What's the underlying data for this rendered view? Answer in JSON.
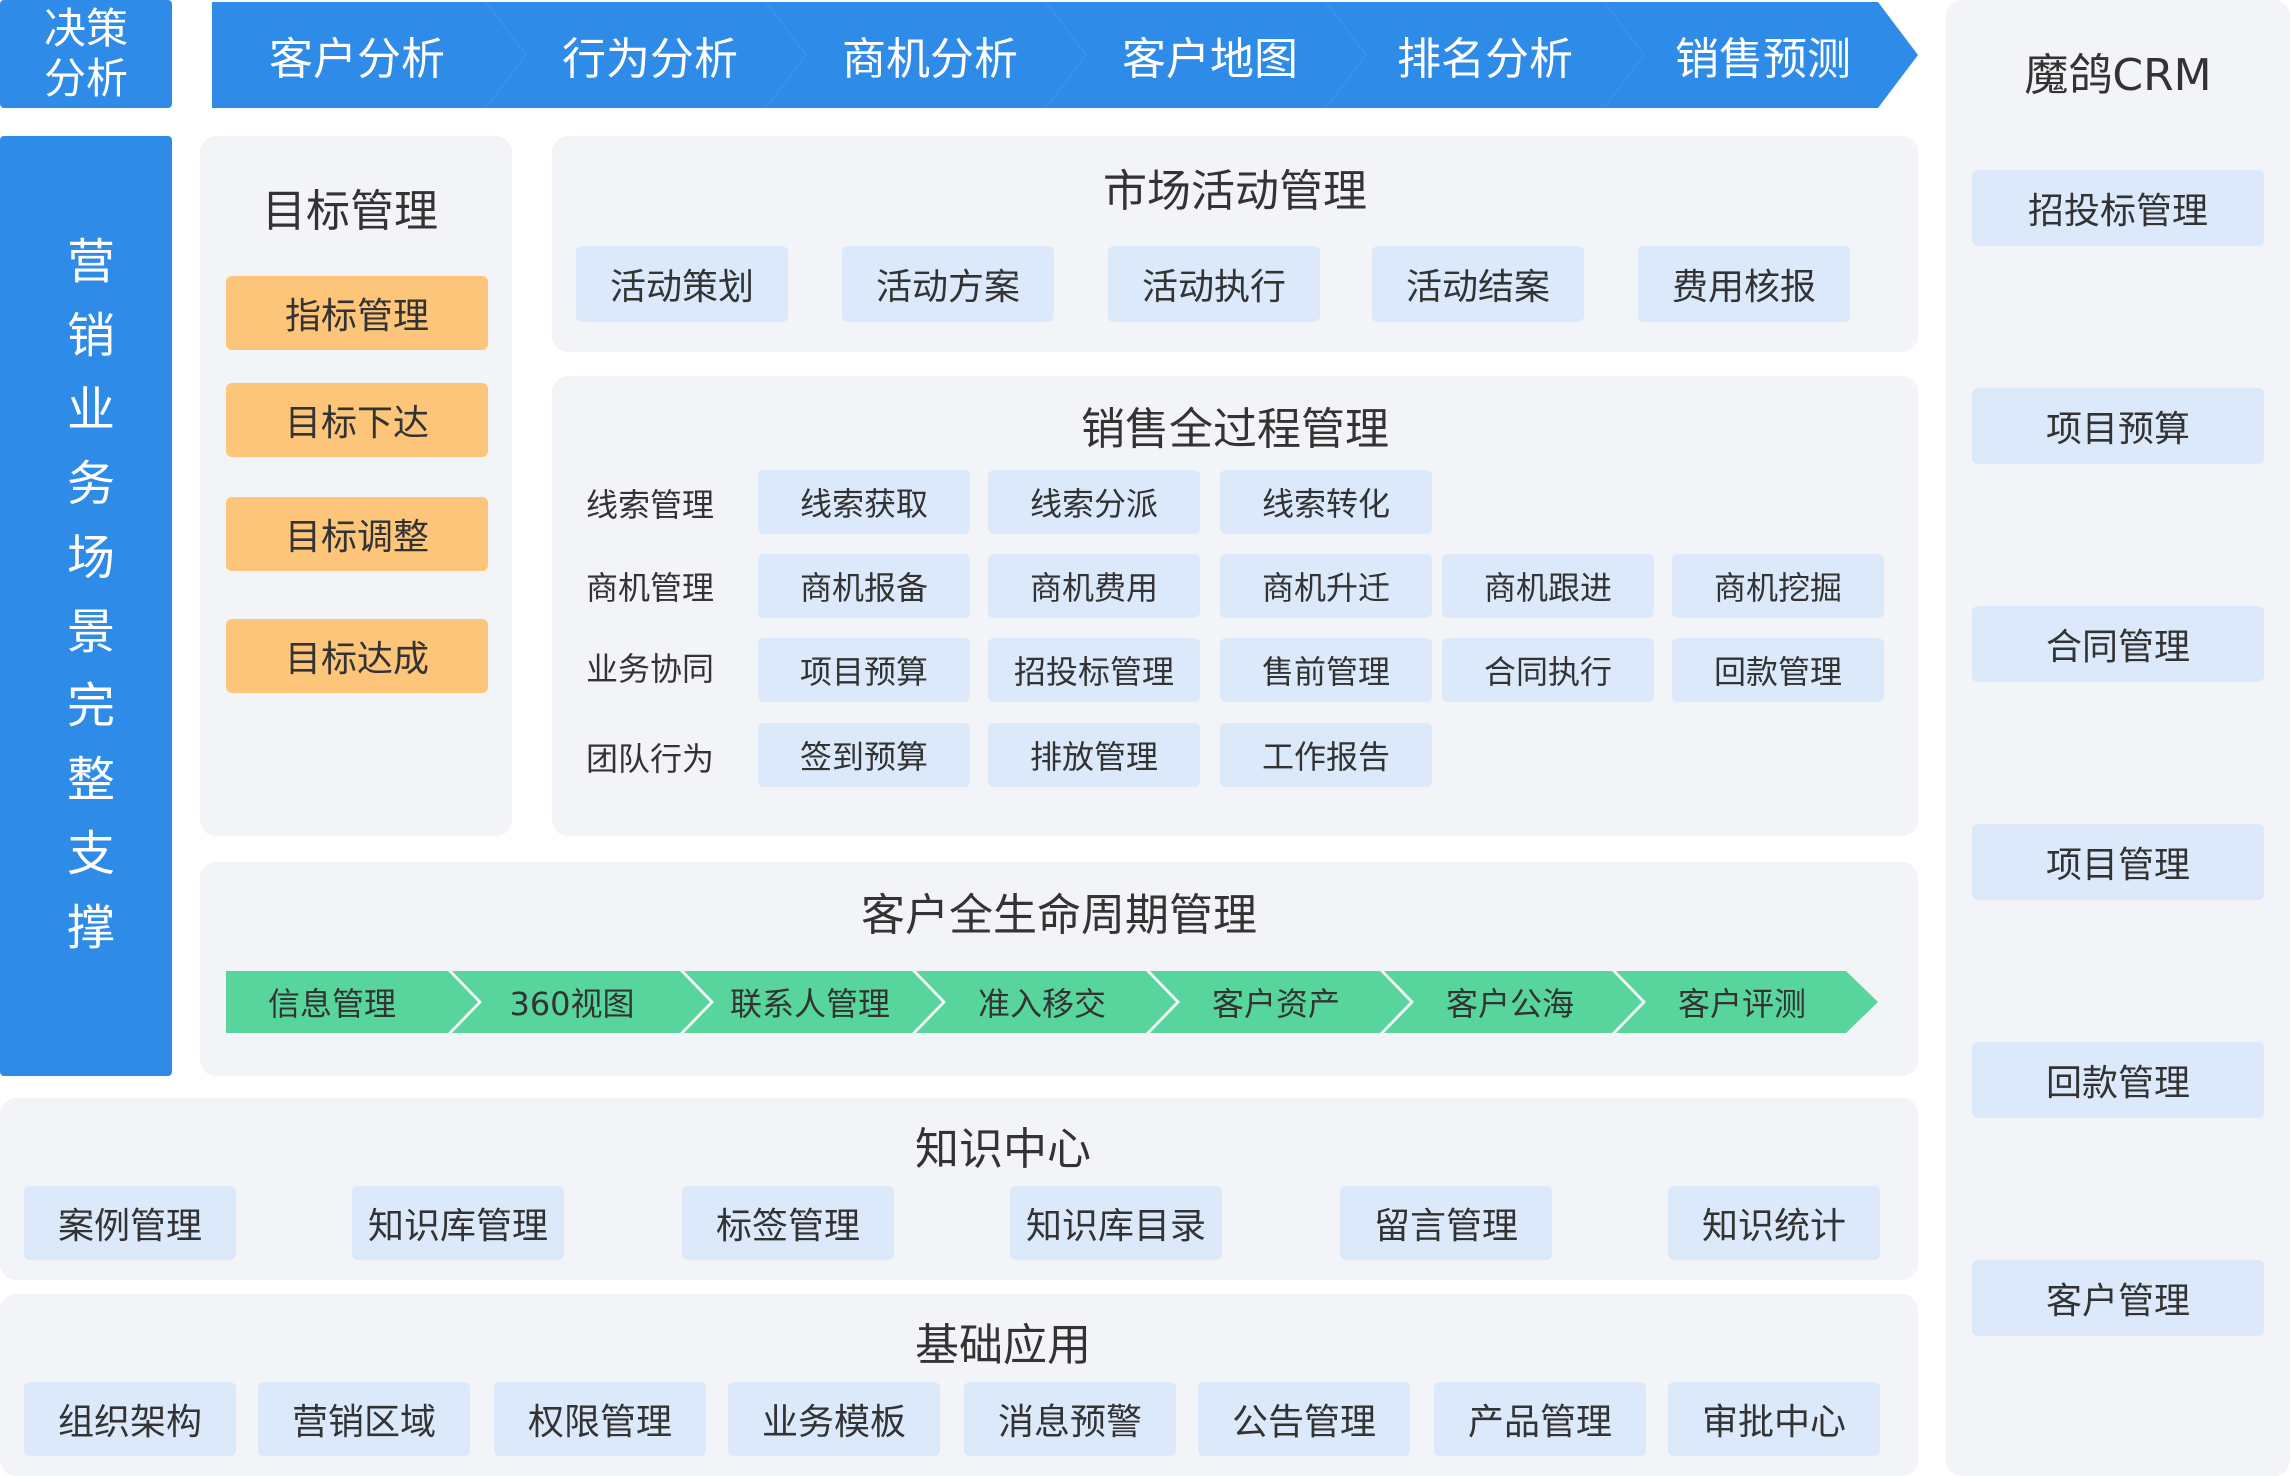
{
  "decision": {
    "label_line1": "决策",
    "label_line2": "分析"
  },
  "top_flow": [
    "客户分析",
    "行为分析",
    "商机分析",
    "客户地图",
    "排名分析",
    "销售预测"
  ],
  "left_bar": {
    "label": "营销业务场景完整支撑"
  },
  "target_mgmt": {
    "title": "目标管理",
    "items": [
      "指标管理",
      "目标下达",
      "目标调整",
      "目标达成"
    ]
  },
  "market_activity": {
    "title": "市场活动管理",
    "items": [
      "活动策划",
      "活动方案",
      "活动执行",
      "活动结案",
      "费用核报"
    ]
  },
  "sales_process": {
    "title": "销售全过程管理",
    "rows": [
      {
        "label": "线索管理",
        "items": [
          "线索获取",
          "线索分派",
          "线索转化"
        ]
      },
      {
        "label": "商机管理",
        "items": [
          "商机报备",
          "商机费用",
          "商机升迁",
          "商机跟进",
          "商机挖掘"
        ]
      },
      {
        "label": "业务协同",
        "items": [
          "项目预算",
          "招投标管理",
          "售前管理",
          "合同执行",
          "回款管理"
        ]
      },
      {
        "label": "团队行为",
        "items": [
          "签到预算",
          "排放管理",
          "工作报告"
        ]
      }
    ]
  },
  "customer_lifecycle": {
    "title": "客户全生命周期管理",
    "steps": [
      "信息管理",
      "360视图",
      "联系人管理",
      "准入移交",
      "客户资产",
      "客户公海",
      "客户评测"
    ]
  },
  "knowledge": {
    "title": "知识中心",
    "items": [
      "案例管理",
      "知识库管理",
      "标签管理",
      "知识库目录",
      "留言管理",
      "知识统计"
    ]
  },
  "basic_apps": {
    "title": "基础应用",
    "items": [
      "组织架构",
      "营销区域",
      "权限管理",
      "业务模板",
      "消息预警",
      "公告管理",
      "产品管理",
      "审批中心"
    ]
  },
  "crm": {
    "title": "魔鸽CRM",
    "items": [
      "招投标管理",
      "项目预算",
      "合同管理",
      "项目管理",
      "回款管理",
      "客户管理"
    ]
  },
  "colors": {
    "primary_blue": "#2f8be8",
    "light_blue_tag": "#dbe9fb",
    "orange_tag": "#fcc57a",
    "green_flow": "#58d59c",
    "panel_bg": "#f2f4f8"
  }
}
